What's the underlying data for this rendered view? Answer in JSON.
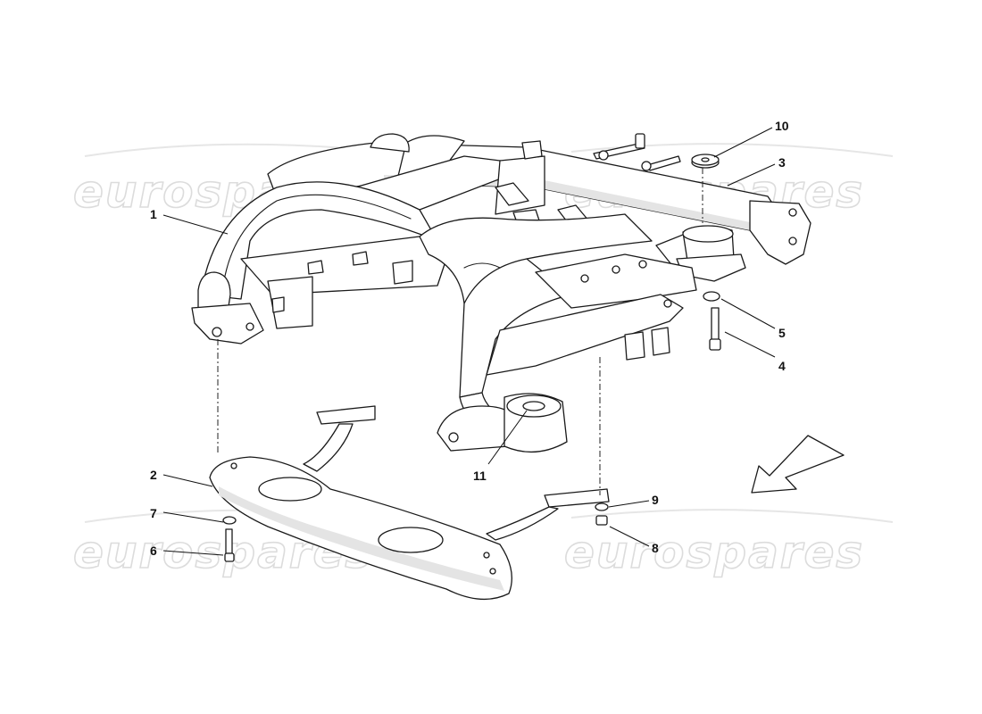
{
  "watermark": {
    "text": "eurospares"
  },
  "callouts": [
    {
      "id": "1",
      "label": "1"
    },
    {
      "id": "2",
      "label": "2"
    },
    {
      "id": "3",
      "label": "3"
    },
    {
      "id": "4",
      "label": "4"
    },
    {
      "id": "5",
      "label": "5"
    },
    {
      "id": "6",
      "label": "6"
    },
    {
      "id": "7",
      "label": "7"
    },
    {
      "id": "8",
      "label": "8"
    },
    {
      "id": "9",
      "label": "9"
    },
    {
      "id": "10",
      "label": "10"
    },
    {
      "id": "11",
      "label": "11"
    }
  ],
  "parts": {
    "subframe": "rear-subframe-structure",
    "lower_crossmember": "lower-crossmember-plate",
    "direction_arrow": "direction-arrow"
  }
}
